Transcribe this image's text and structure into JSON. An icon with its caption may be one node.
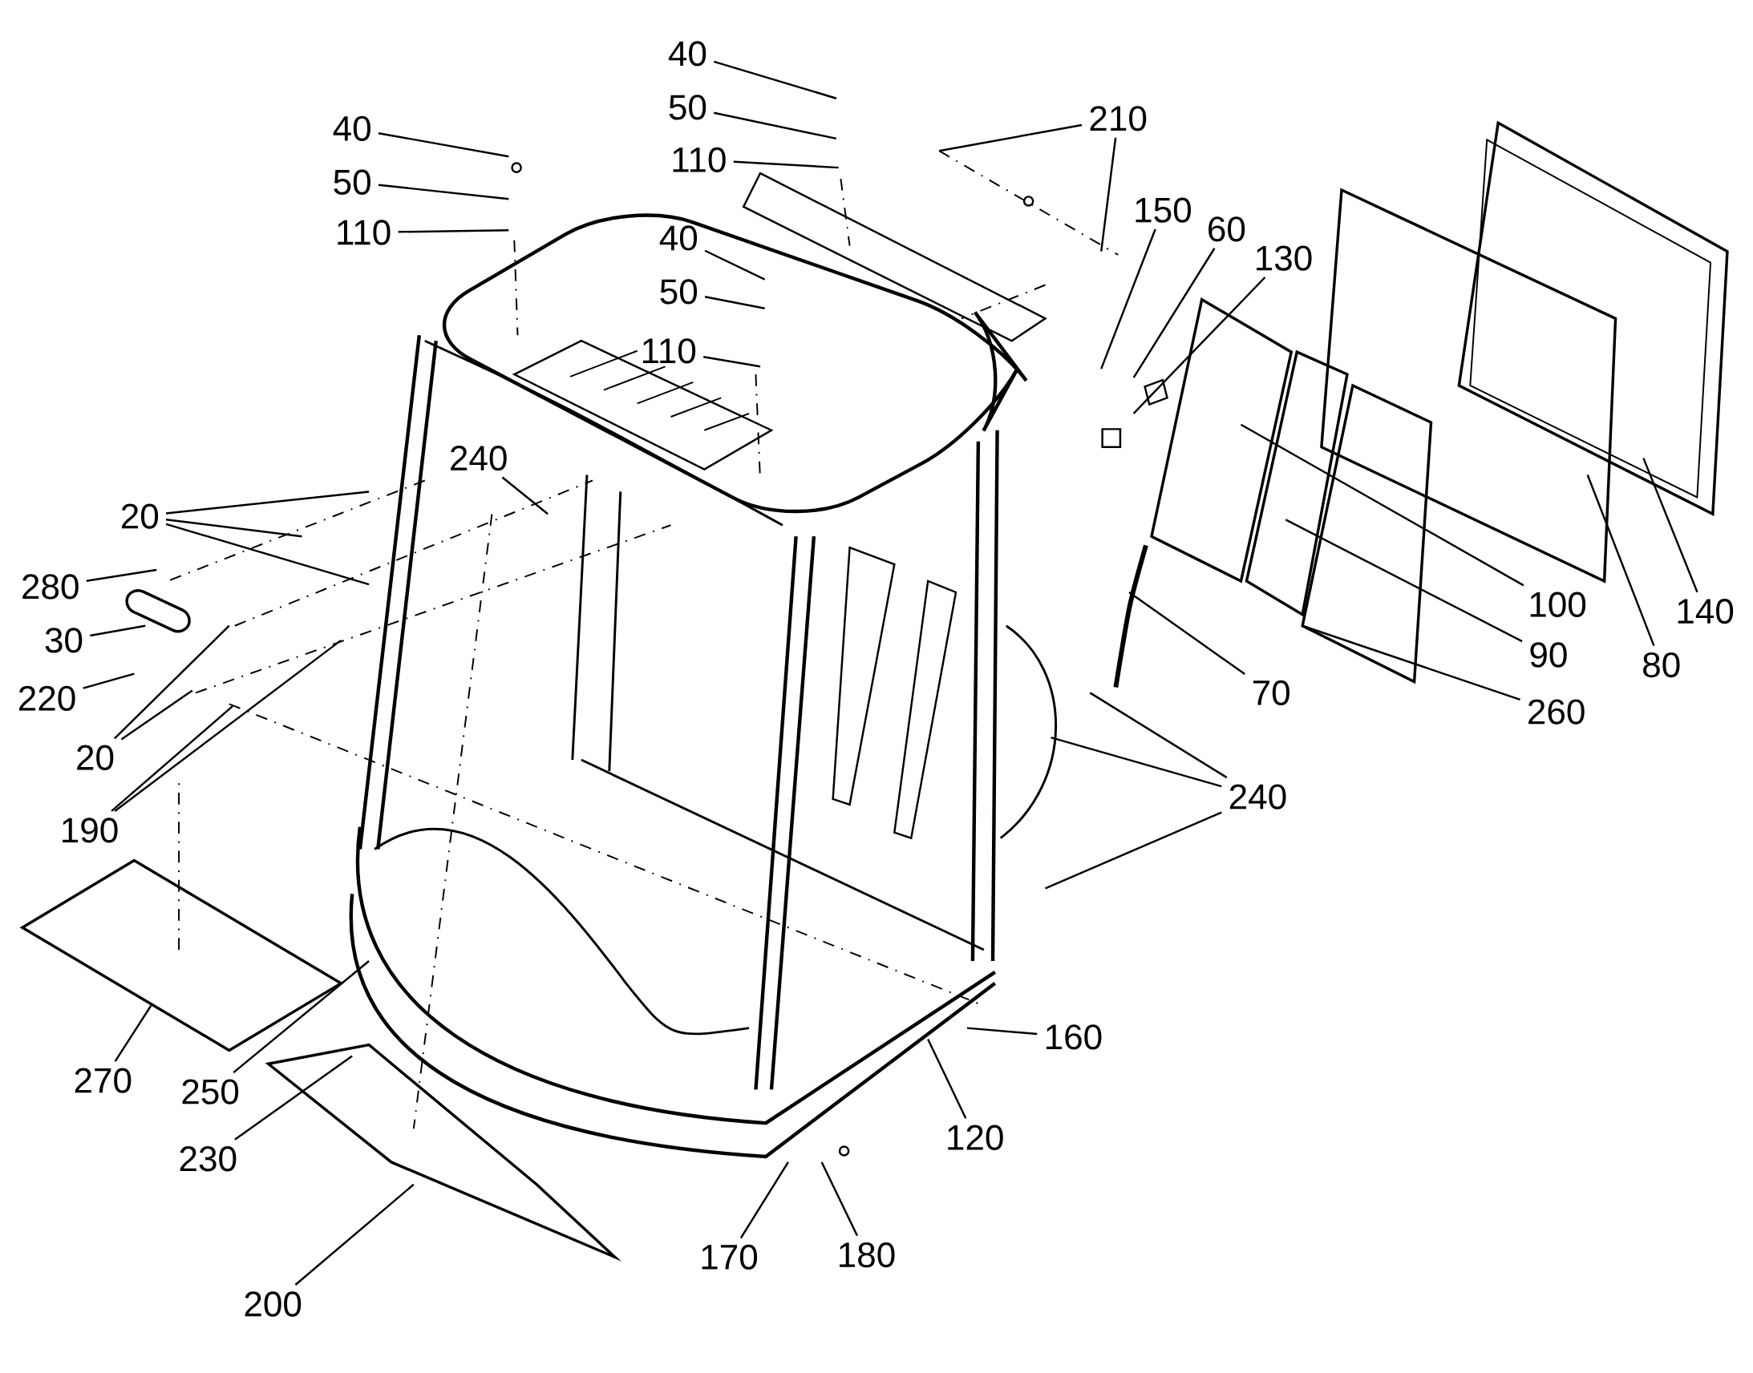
{
  "diagram": {
    "nodes": [
      {
        "text": [
          "40"
        ]
      },
      {
        "text": [
          "50"
        ]
      },
      {
        "text": [
          "110"
        ]
      },
      {
        "text": [
          "40"
        ]
      },
      {
        "text": [
          "50"
        ]
      },
      {
        "text": [
          "110"
        ]
      },
      {
        "text": [
          "210"
        ]
      },
      {
        "text": [
          "40"
        ]
      },
      {
        "text": [
          "50"
        ]
      },
      {
        "text": [
          "110"
        ]
      },
      {
        "text": [
          "150"
        ]
      },
      {
        "text": [
          "60"
        ]
      },
      {
        "text": [
          "130"
        ]
      },
      {
        "text": [
          "240"
        ]
      },
      {
        "text": [
          "20"
        ]
      },
      {
        "text": [
          "280"
        ]
      },
      {
        "text": [
          "30"
        ]
      },
      {
        "text": [
          "220"
        ]
      },
      {
        "text": [
          "20"
        ]
      },
      {
        "text": [
          "190"
        ]
      },
      {
        "text": [
          "100"
        ]
      },
      {
        "text": [
          "90"
        ]
      },
      {
        "text": [
          "80"
        ]
      },
      {
        "text": [
          "140"
        ]
      },
      {
        "text": [
          "260"
        ]
      },
      {
        "text": [
          "70"
        ]
      },
      {
        "text": [
          "240"
        ]
      },
      {
        "text": [
          "160"
        ]
      },
      {
        "text": [
          "120"
        ]
      },
      {
        "text": [
          "170"
        ]
      },
      {
        "text": [
          "180"
        ]
      },
      {
        "text": [
          "270"
        ]
      },
      {
        "text": [
          "250"
        ]
      },
      {
        "text": [
          "230"
        ]
      },
      {
        "text": [
          "200"
        ]
      }
    ],
    "edges": [
      {
        "from": 0,
        "to": null,
        "arrow": "none"
      },
      {
        "from": 1,
        "to": null,
        "arrow": "none"
      },
      {
        "from": 2,
        "to": null,
        "arrow": "none"
      },
      {
        "from": 3,
        "to": null,
        "arrow": "none"
      },
      {
        "from": 4,
        "to": null,
        "arrow": "none"
      },
      {
        "from": 5,
        "to": null,
        "arrow": "none"
      },
      {
        "from": 6,
        "to": null,
        "arrow": "none"
      },
      {
        "from": 6,
        "to": null,
        "arrow": "none"
      },
      {
        "from": 7,
        "to": null,
        "arrow": "none"
      },
      {
        "from": 8,
        "to": null,
        "arrow": "none"
      },
      {
        "from": 9,
        "to": null,
        "arrow": "none"
      },
      {
        "from": 10,
        "to": null,
        "arrow": "none"
      },
      {
        "from": 11,
        "to": null,
        "arrow": "none"
      },
      {
        "from": 12,
        "to": null,
        "arrow": "none"
      },
      {
        "from": 13,
        "to": null,
        "arrow": "none"
      },
      {
        "from": 14,
        "to": null,
        "arrow": "none"
      },
      {
        "from": 14,
        "to": null,
        "arrow": "none"
      },
      {
        "from": 14,
        "to": null,
        "arrow": "none"
      },
      {
        "from": 15,
        "to": null,
        "arrow": "none"
      },
      {
        "from": 16,
        "to": null,
        "arrow": "none"
      },
      {
        "from": 17,
        "to": null,
        "arrow": "none"
      },
      {
        "from": 18,
        "to": null,
        "arrow": "none"
      },
      {
        "from": 18,
        "to": null,
        "arrow": "none"
      },
      {
        "from": 19,
        "to": null,
        "arrow": "none"
      },
      {
        "from": 19,
        "to": null,
        "arrow": "none"
      },
      {
        "from": 20,
        "to": null,
        "arrow": "none"
      },
      {
        "from": 21,
        "to": null,
        "arrow": "none"
      },
      {
        "from": 22,
        "to": null,
        "arrow": "none"
      },
      {
        "from": 23,
        "to": null,
        "arrow": "none"
      },
      {
        "from": 24,
        "to": null,
        "arrow": "none"
      },
      {
        "from": 25,
        "to": null,
        "arrow": "none"
      },
      {
        "from": 26,
        "to": null,
        "arrow": "none"
      },
      {
        "from": 26,
        "to": null,
        "arrow": "none"
      },
      {
        "from": 26,
        "to": null,
        "arrow": "none"
      },
      {
        "from": 27,
        "to": null,
        "arrow": "none"
      },
      {
        "from": 28,
        "to": null,
        "arrow": "none"
      },
      {
        "from": 29,
        "to": null,
        "arrow": "none"
      },
      {
        "from": 30,
        "to": null,
        "arrow": "none"
      },
      {
        "from": 31,
        "to": null,
        "arrow": "none"
      },
      {
        "from": 32,
        "to": null,
        "arrow": "none"
      },
      {
        "from": 33,
        "to": null,
        "arrow": "none"
      },
      {
        "from": 34,
        "to": null,
        "arrow": "none"
      }
    ]
  }
}
